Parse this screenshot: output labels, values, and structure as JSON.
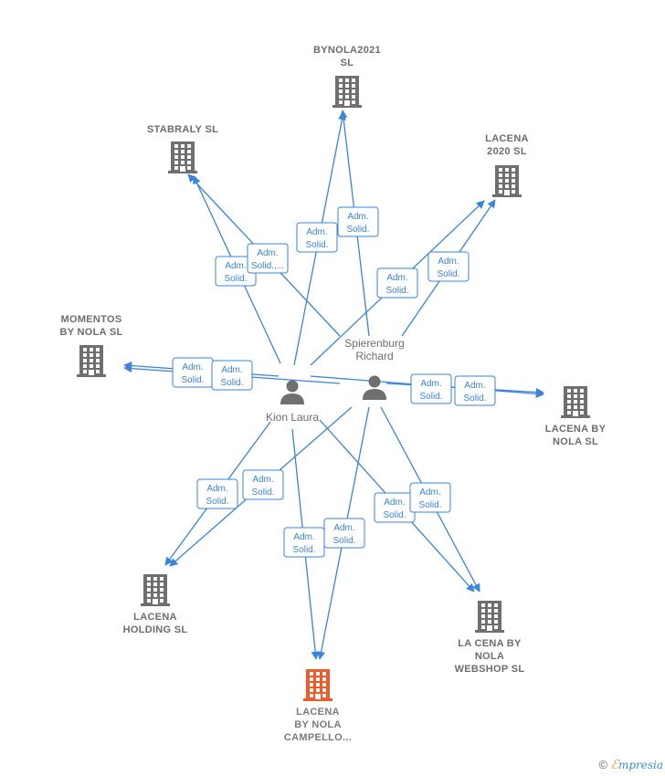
{
  "colors": {
    "edge": "#3a84d9",
    "company_icon": "#6f6f6f",
    "highlight_icon": "#f05a28",
    "text": "#6d6d6d"
  },
  "persons": [
    {
      "id": "kion",
      "name_lines": [
        "Kion Laura"
      ],
      "icon": "person-icon"
    },
    {
      "id": "spier",
      "name_lines": [
        "Spierenburg",
        "Richard"
      ],
      "icon": "person-icon"
    }
  ],
  "companies": [
    {
      "id": "bynola2021",
      "name_lines": [
        "BYNOLA2021",
        "SL"
      ],
      "icon": "building-icon"
    },
    {
      "id": "stabraly",
      "name_lines": [
        "STABRALY  SL"
      ],
      "icon": "building-icon"
    },
    {
      "id": "lacena2020",
      "name_lines": [
        "LACENA",
        "2020  SL"
      ],
      "icon": "building-icon"
    },
    {
      "id": "momentos",
      "name_lines": [
        "MOMENTOS",
        "BY NOLA  SL"
      ],
      "icon": "building-icon"
    },
    {
      "id": "lacenabynola",
      "name_lines": [
        "LACENA BY",
        "NOLA  SL"
      ],
      "icon": "building-icon"
    },
    {
      "id": "lacenaholding",
      "name_lines": [
        "LACENA",
        "HOLDING  SL"
      ],
      "icon": "building-icon"
    },
    {
      "id": "lacenawebshop",
      "name_lines": [
        "LA CENA BY",
        "NOLA",
        "WEBSHOP  SL"
      ],
      "icon": "building-icon"
    },
    {
      "id": "campello",
      "name_lines": [
        "LACENA",
        "BY NOLA",
        "CAMPELLO..."
      ],
      "icon": "building-icon",
      "highlight": true
    }
  ],
  "relations": [
    {
      "from": "kion",
      "to": "bynola2021",
      "label_lines": [
        "Adm.",
        "Solid."
      ]
    },
    {
      "from": "spier",
      "to": "bynola2021",
      "label_lines": [
        "Adm.",
        "Solid."
      ]
    },
    {
      "from": "kion",
      "to": "stabraly",
      "label_lines": [
        "Adm.",
        "Solid."
      ]
    },
    {
      "from": "spier",
      "to": "stabraly",
      "label_lines": [
        "Adm.",
        "Solid.,..."
      ]
    },
    {
      "from": "kion",
      "to": "lacena2020",
      "label_lines": [
        "Adm.",
        "Solid."
      ]
    },
    {
      "from": "spier",
      "to": "lacena2020",
      "label_lines": [
        "Adm.",
        "Solid."
      ]
    },
    {
      "from": "kion",
      "to": "momentos",
      "label_lines": [
        "Adm.",
        "Solid."
      ]
    },
    {
      "from": "spier",
      "to": "momentos",
      "label_lines": [
        "Adm.",
        "Solid."
      ]
    },
    {
      "from": "kion",
      "to": "lacenabynola",
      "label_lines": [
        "Adm.",
        "Solid."
      ]
    },
    {
      "from": "spier",
      "to": "lacenabynola",
      "label_lines": [
        "Adm.",
        "Solid."
      ]
    },
    {
      "from": "kion",
      "to": "lacenaholding",
      "label_lines": [
        "Adm.",
        "Solid."
      ]
    },
    {
      "from": "spier",
      "to": "lacenaholding",
      "label_lines": [
        "Adm.",
        "Solid."
      ]
    },
    {
      "from": "kion",
      "to": "campello",
      "label_lines": [
        "Adm.",
        "Solid."
      ]
    },
    {
      "from": "spier",
      "to": "campello",
      "label_lines": [
        "Adm.",
        "Solid."
      ]
    },
    {
      "from": "kion",
      "to": "lacenawebshop",
      "label_lines": [
        "Adm.",
        "Solid."
      ]
    },
    {
      "from": "spier",
      "to": "lacenawebshop",
      "label_lines": [
        "Adm.",
        "Solid."
      ]
    }
  ],
  "watermark": {
    "copyright": "©",
    "brand_e": "ℰ",
    "brand_rest": "mpresia"
  }
}
